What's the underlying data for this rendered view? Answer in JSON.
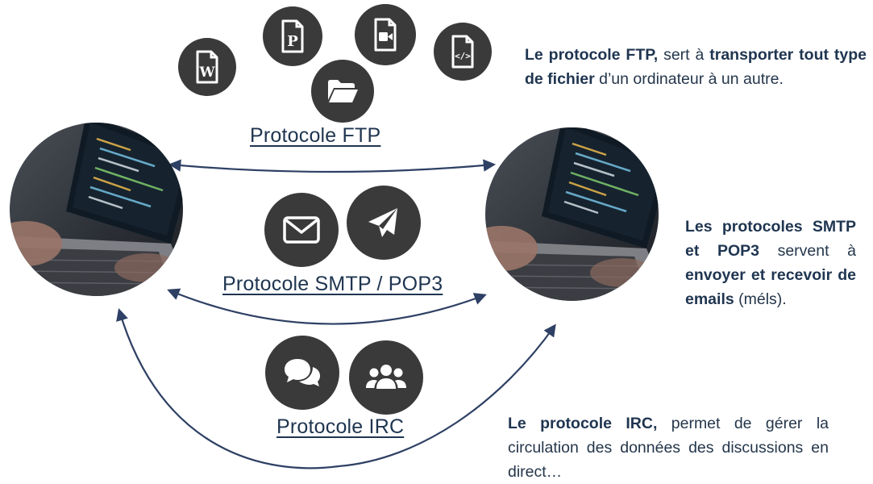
{
  "ftp": {
    "label": "Protocole FTP",
    "desc": {
      "b1": "Le protocole FTP,",
      "t1": " sert à ",
      "b2": "transporter tout type de fichier",
      "t2": " d’un ordinateur à un autre."
    }
  },
  "smtp": {
    "label": "Protocole SMTP / POP3",
    "desc": {
      "b1": "Les protocoles SMTP et POP3",
      "t1": " servent à ",
      "b2": "envoyer et recevoir de emails",
      "t2": " (méls)."
    }
  },
  "irc": {
    "label": "Protocole IRC",
    "desc": {
      "b1": "Le protocole IRC,",
      "t1": " permet de gérer la circulation des données des discussions en direct…"
    }
  },
  "icons": {
    "word_letter": "W",
    "ppt_letter": "P",
    "code_symbol": "</>"
  },
  "colors": {
    "icon_bg": "#3a3a3a",
    "arrow": "#2e4064",
    "text": "#1f3550"
  }
}
